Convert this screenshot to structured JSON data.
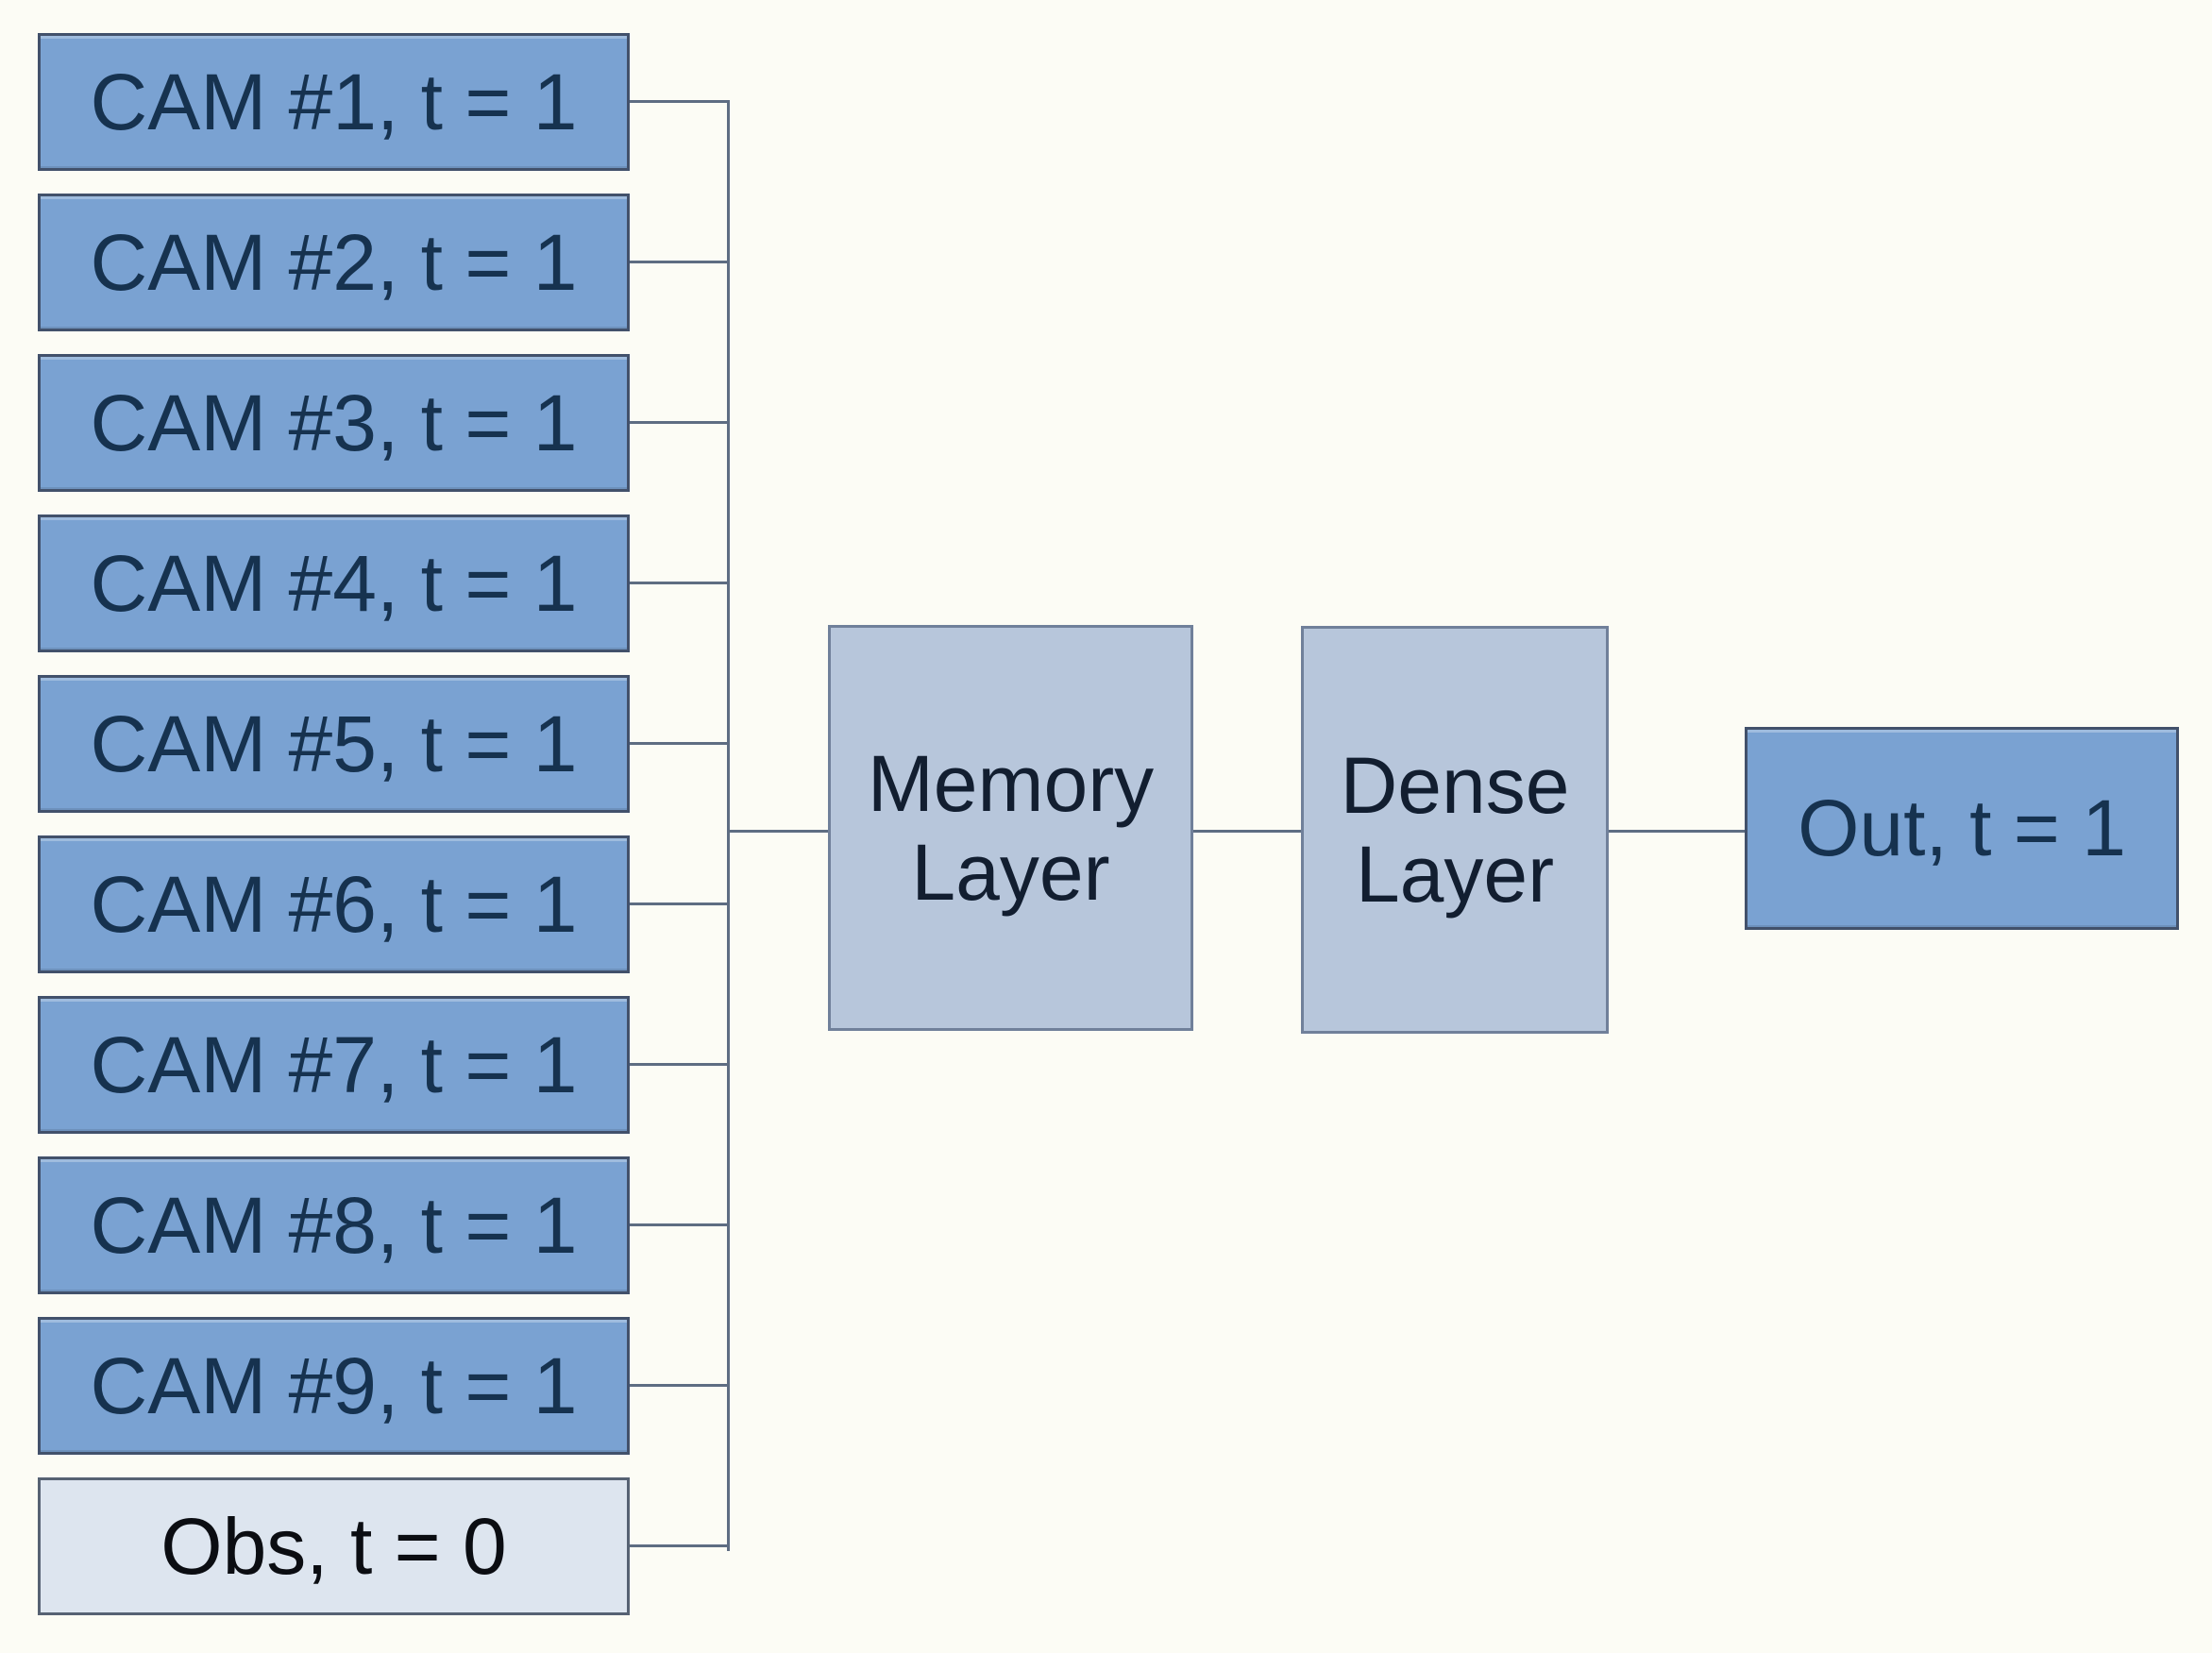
{
  "diagram": {
    "inputs": [
      {
        "id": "cam-1",
        "label": "CAM #1, t = 1"
      },
      {
        "id": "cam-2",
        "label": "CAM #2, t = 1"
      },
      {
        "id": "cam-3",
        "label": "CAM #3, t = 1"
      },
      {
        "id": "cam-4",
        "label": "CAM #4, t = 1"
      },
      {
        "id": "cam-5",
        "label": "CAM #5, t = 1"
      },
      {
        "id": "cam-6",
        "label": "CAM #6, t = 1"
      },
      {
        "id": "cam-7",
        "label": "CAM #7, t = 1"
      },
      {
        "id": "cam-8",
        "label": "CAM #8, t = 1"
      },
      {
        "id": "cam-9",
        "label": "CAM #9, t = 1"
      },
      {
        "id": "obs",
        "label": "Obs, t = 0"
      }
    ],
    "processing_layers": [
      {
        "id": "memory-layer",
        "label": "Memory\nLayer"
      },
      {
        "id": "dense-layer",
        "label": "Dense\nLayer"
      }
    ],
    "output": {
      "id": "out",
      "label": "Out, t = 1"
    },
    "colors": {
      "background": "#fcfcf5",
      "input_fill": "#7aa2d2",
      "input_border": "#42516b",
      "input_text": "#16324f",
      "layer_fill": "#b7c6db",
      "layer_border": "#70809a",
      "layer_text": "#121e30",
      "obs_fill": "#dde5ef",
      "obs_border": "#566273",
      "obs_text": "#0b0d12",
      "output_fill": "#7aa2d2",
      "output_border": "#42516b",
      "connector": "#5e6d82"
    }
  }
}
